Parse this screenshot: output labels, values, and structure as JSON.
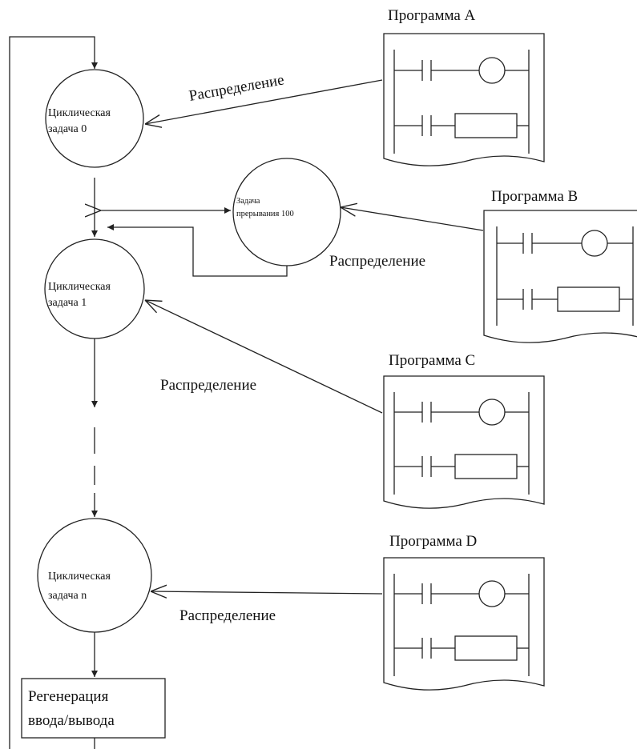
{
  "programs": [
    {
      "title": "Программа A"
    },
    {
      "title": "Программа B"
    },
    {
      "title": "Программа C"
    },
    {
      "title": "Программа D"
    }
  ],
  "tasks": {
    "cyclic_0": [
      "Циклическая",
      "задача 0"
    ],
    "cyclic_1": [
      "Циклическая",
      "задача 1"
    ],
    "cyclic_n": [
      "Циклическая",
      "задача n"
    ],
    "interrupt_100": [
      "Задача",
      "прерывания 100"
    ]
  },
  "labels": {
    "distribution_a": "Распределение",
    "distribution_b": "Распределение",
    "distribution_c": "Распределение",
    "distribution_d": "Распределение"
  },
  "io_refresh": [
    "Регенерация",
    "ввода/вывода"
  ]
}
